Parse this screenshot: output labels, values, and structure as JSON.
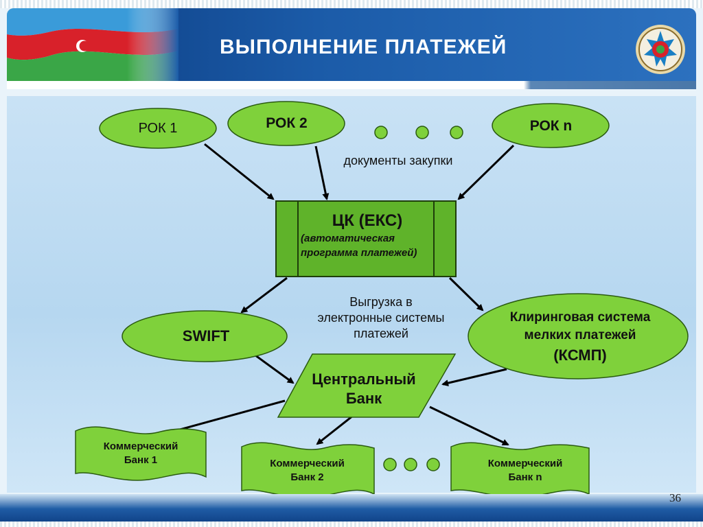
{
  "header": {
    "title": "ВЫПОЛНЕНИЕ ПЛАТЕЖЕЙ"
  },
  "nodes": {
    "rok1": "РОК 1",
    "rok2": "РОК 2",
    "rokn": "РОК n",
    "ck_title": "ЦК (ЕКС)",
    "ck_sub1": "(автоматическая",
    "ck_sub2": "программа платежей)",
    "swift": "SWIFT",
    "ksmp_line1": "Клиринговая система",
    "ksmp_line2": "мелких платежей",
    "ksmp_line3": "(КСМП)",
    "cb_line1": "Центральный",
    "cb_line2": "Банк",
    "kb1_line1": "Коммерческий",
    "kb1_line2": "Банк 1",
    "kb2_line1": "Коммерческий",
    "kb2_line2": "Банк 2",
    "kbn_line1": "Коммерческий",
    "kbn_line2": "Банк n"
  },
  "labels": {
    "docs": "документы закупки",
    "upload_line1": "Выгрузка в",
    "upload_line2": "электронные системы",
    "upload_line3": "платежей"
  },
  "footer": {
    "slide_number": "36"
  },
  "colors": {
    "node_fill": "#7fd13b",
    "node_stroke": "#2a5a10",
    "header_bg": "#1b5ba8"
  }
}
